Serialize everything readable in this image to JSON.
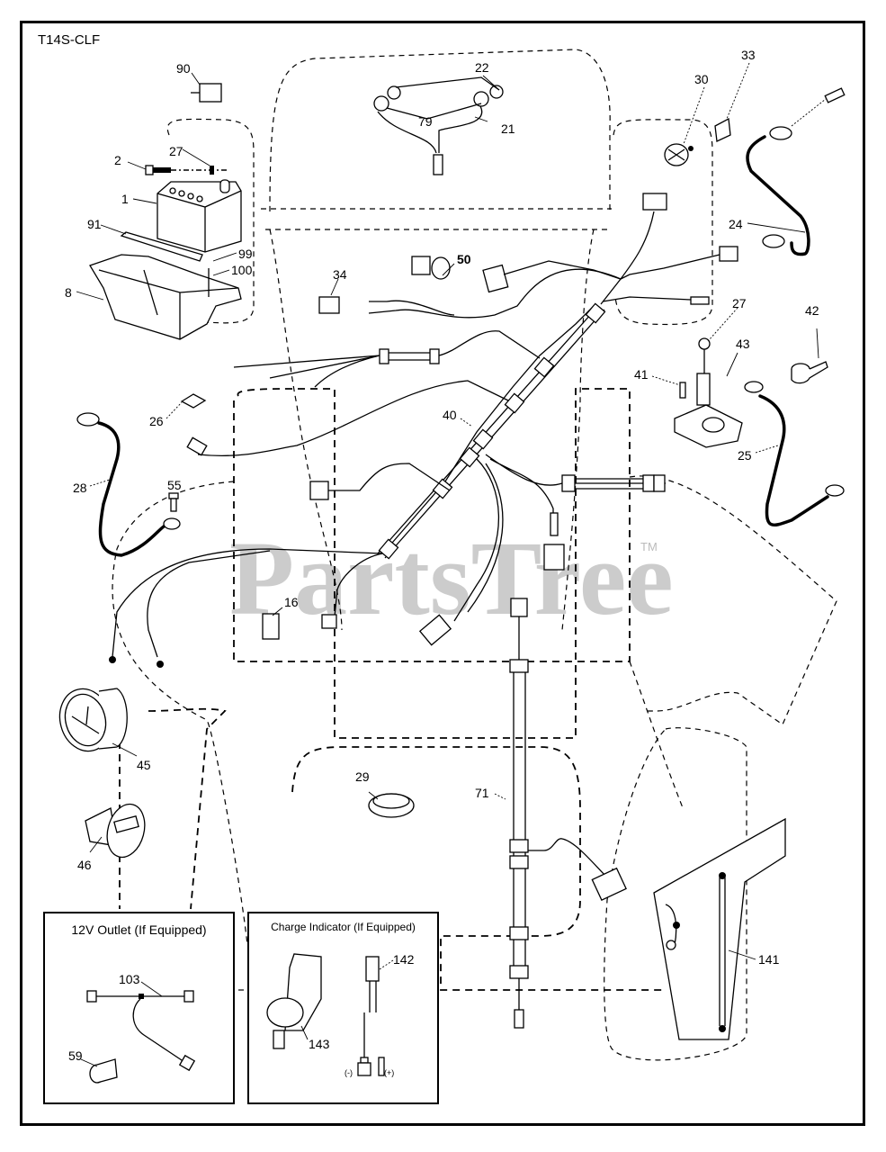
{
  "model_code": "T14S-CLF",
  "watermark": {
    "text": "PartsTree",
    "trademark": "TM"
  },
  "parts": [
    {
      "id": "90",
      "name": "part-90"
    },
    {
      "id": "2",
      "name": "part-2"
    },
    {
      "id": "27",
      "name": "part-27-top"
    },
    {
      "id": "1",
      "name": "battery-1"
    },
    {
      "id": "91",
      "name": "part-91"
    },
    {
      "id": "99",
      "name": "part-99"
    },
    {
      "id": "100",
      "name": "part-100"
    },
    {
      "id": "8",
      "name": "battery-box-8"
    },
    {
      "id": "22",
      "name": "part-22"
    },
    {
      "id": "79",
      "name": "part-79"
    },
    {
      "id": "21",
      "name": "part-21"
    },
    {
      "id": "30",
      "name": "ignition-switch-30"
    },
    {
      "id": "33",
      "name": "part-33"
    },
    {
      "id": "24",
      "name": "cable-24"
    },
    {
      "id": "34",
      "name": "part-34"
    },
    {
      "id": "50",
      "name": "part-50"
    },
    {
      "id": "27",
      "name": "part-27-right"
    },
    {
      "id": "42",
      "name": "part-42"
    },
    {
      "id": "43",
      "name": "solenoid-43"
    },
    {
      "id": "41",
      "name": "part-41"
    },
    {
      "id": "40",
      "name": "harness-40"
    },
    {
      "id": "26",
      "name": "part-26"
    },
    {
      "id": "25",
      "name": "cable-25"
    },
    {
      "id": "28",
      "name": "cable-28"
    },
    {
      "id": "55",
      "name": "part-55"
    },
    {
      "id": "16",
      "name": "part-16"
    },
    {
      "id": "45",
      "name": "gauge-45"
    },
    {
      "id": "46",
      "name": "hour-meter-46"
    },
    {
      "id": "29",
      "name": "part-29"
    },
    {
      "id": "71",
      "name": "harness-71"
    },
    {
      "id": "141",
      "name": "part-141"
    }
  ],
  "insets": {
    "outlet": {
      "title": "12V Outlet (If Equipped)",
      "parts": [
        {
          "id": "103"
        },
        {
          "id": "59"
        }
      ]
    },
    "charge": {
      "title": "Charge Indicator (If Equipped)",
      "parts": [
        {
          "id": "142"
        },
        {
          "id": "143"
        }
      ],
      "terminal_minus": "(-)",
      "terminal_plus": "(+)"
    }
  }
}
